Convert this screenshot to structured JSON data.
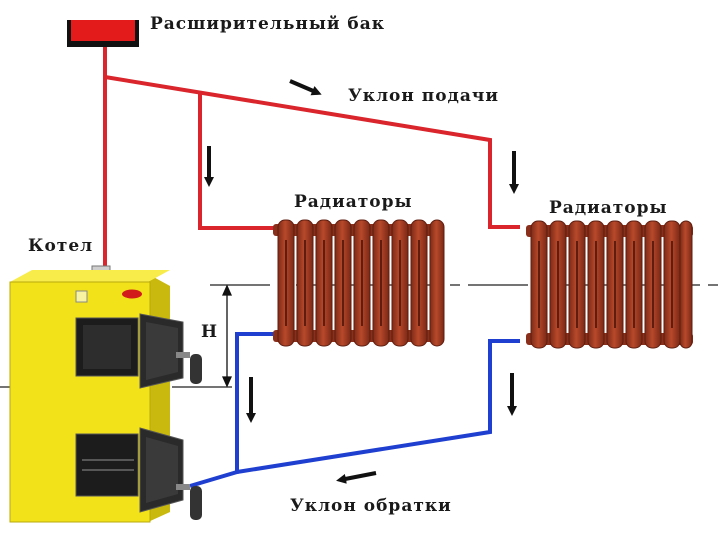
{
  "labels": {
    "expansion_tank": "Расширительный бак",
    "supply_slope": "Уклон подачи",
    "boiler": "Котел",
    "radiators_left": "Радиаторы",
    "radiators_right": "Радиаторы",
    "height_marker": "H",
    "return_slope": "Уклон обратки"
  },
  "colors": {
    "supply_pipe": "#d9252b",
    "return_pipe": "#1f3fd1",
    "radiator": "#a23a22",
    "boiler": "#f2e21a",
    "tank": "#e41b1b"
  }
}
